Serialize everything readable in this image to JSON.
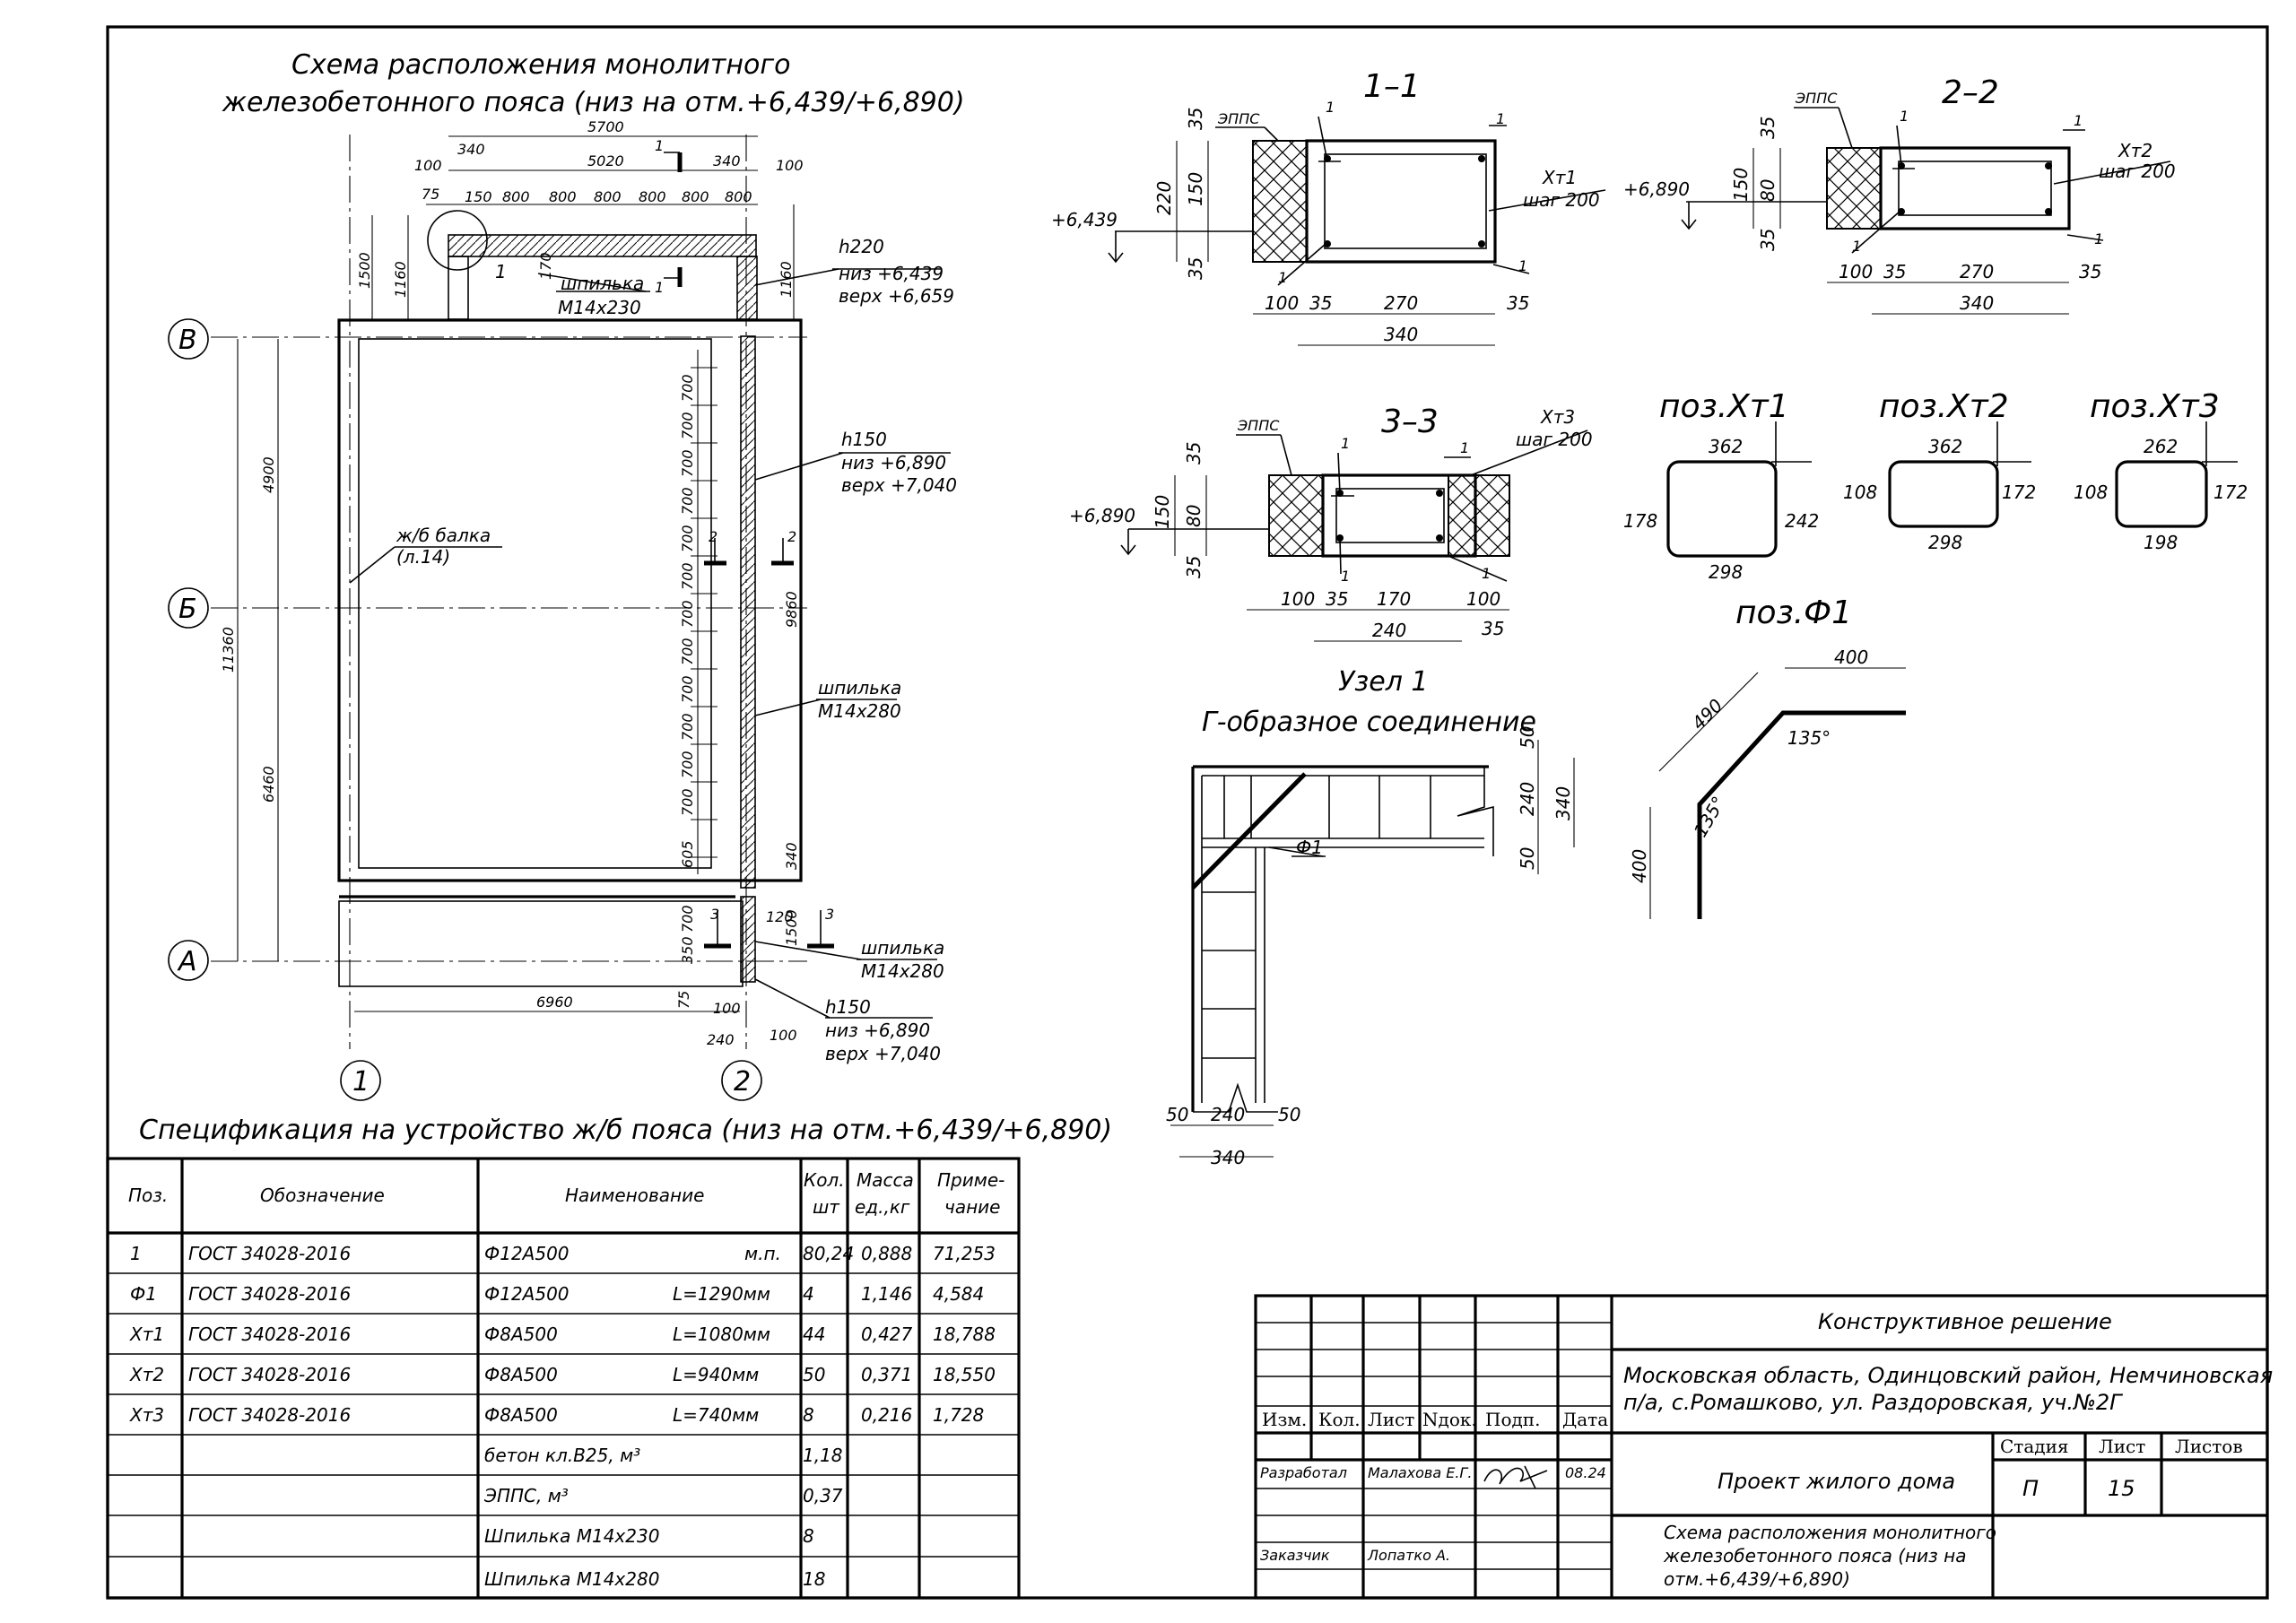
{
  "plan": {
    "title_line1": "Схема расположения монолитного",
    "title_line2": "железобетонного пояса (низ на отм.+6,439/+6,890)",
    "axes": {
      "B": "В",
      "Bb": "Б",
      "A": "А",
      "n1": "1",
      "n2": "2"
    },
    "dims": {
      "d5700": "5700",
      "d5020": "5020",
      "d340a": "340",
      "d340b": "340",
      "d100a": "100",
      "d100b": "100",
      "d75": "75",
      "d150": "150",
      "d800": "800",
      "d1500": "1500",
      "d1160a": "1160",
      "d1160b": "1160",
      "d170": "170",
      "d4900": "4900",
      "d6460": "6460",
      "d11360": "11360",
      "d9860": "9860",
      "d700": "700",
      "d6960": "6960",
      "d240": "240",
      "d120": "120",
      "d100c": "100",
      "d100d": "100",
      "d1500b": "1500",
      "d340c": "340",
      "d75b": "75",
      "d350": "350",
      "d605": "605"
    },
    "notes": {
      "h220": "h220",
      "h220_low": "низ +6,439",
      "h220_top": "верх +6,659",
      "h150a": "h150",
      "h150a_low": "низ +6,890",
      "h150a_top": "верх +7,040",
      "h150b": "h150",
      "h150b_low": "низ +6,890",
      "h150b_top": "верх +7,040",
      "stud1": "шпилька",
      "stud1b": "М14х230",
      "stud2": "шпилька",
      "stud2b": "М14х280",
      "stud3": "шпилька",
      "stud3b": "М14х280",
      "beam": "ж/б балка",
      "beam_ref": "(л.14)",
      "cut1": "1",
      "cut2": "2",
      "cut3": "3",
      "node1": "1"
    }
  },
  "sections": {
    "s11": {
      "title": "1–1",
      "epps": "ЭППС",
      "level": "+6,439",
      "xt": "Хт1",
      "step": "шаг 200",
      "d35a": "35",
      "d220": "220",
      "d150": "150",
      "d35b": "35",
      "d100": "100",
      "d35c": "35",
      "d270": "270",
      "d35d": "35",
      "d340": "340"
    },
    "s22": {
      "title": "2–2",
      "epps": "ЭППС",
      "level": "+6,890",
      "xt": "Хт2",
      "step": "шаг 200",
      "d35a": "35",
      "d150": "150",
      "d80": "80",
      "d35b": "35",
      "d100": "100",
      "d35c": "35",
      "d270": "270",
      "d35d": "35",
      "d340": "340"
    },
    "s33": {
      "title": "3–3",
      "epps": "ЭППС",
      "level": "+6,890",
      "xt": "Хт3",
      "step": "шаг 200",
      "d35a": "35",
      "d150": "150",
      "d80": "80",
      "d35b": "35",
      "d100": "100",
      "d35c": "35",
      "d170": "170",
      "d100b": "100",
      "d240": "240",
      "d35d": "35"
    },
    "mark1": "1"
  },
  "bars": {
    "xt1": {
      "title": "поз.Хт1",
      "top": "362",
      "left": "178",
      "right": "242",
      "bottom": "298"
    },
    "xt2": {
      "title": "поз.Хт2",
      "top": "362",
      "left": "108",
      "right": "172",
      "bottom": "298"
    },
    "xt3": {
      "title": "поз.Хт3",
      "top": "262",
      "left": "108",
      "right": "172",
      "bottom": "198"
    },
    "f1": {
      "title": "поз.Ф1",
      "top": "400",
      "diag": "490",
      "side": "400",
      "ang1": "135°",
      "ang2": "135°"
    }
  },
  "node": {
    "title1": "Узел 1",
    "title2": "Г-образное соединение",
    "f1": "Ф1",
    "d50a": "50",
    "d240a": "240",
    "d50b": "50",
    "d340a": "340",
    "d50c": "50",
    "d240b": "240",
    "d50d": "50",
    "d340b": "340"
  },
  "spec": {
    "title": "Спецификация на устройство ж/б пояса (низ на отм.+6,439/+6,890)",
    "headers": {
      "pos": "Поз.",
      "desig": "Обозначение",
      "name": "Наименование",
      "qty1": "Кол.",
      "qty2": "шт",
      "mass1": "Масса",
      "mass2": "ед.,кг",
      "note1": "Приме-",
      "note2": "чание"
    },
    "rows": [
      {
        "pos": "1",
        "desig": "ГОСТ 34028-2016",
        "name": "Ф12А500",
        "len": "м.п.",
        "qty": "80,24",
        "mass": "0,888",
        "note": "71,253"
      },
      {
        "pos": "Ф1",
        "desig": "ГОСТ 34028-2016",
        "name": "Ф12А500",
        "len": "L=1290мм",
        "qty": "4",
        "mass": "1,146",
        "note": "4,584"
      },
      {
        "pos": "Хт1",
        "desig": "ГОСТ 34028-2016",
        "name": "Ф8А500",
        "len": "L=1080мм",
        "qty": "44",
        "mass": "0,427",
        "note": "18,788"
      },
      {
        "pos": "Хт2",
        "desig": "ГОСТ 34028-2016",
        "name": "Ф8А500",
        "len": "L=940мм",
        "qty": "50",
        "mass": "0,371",
        "note": "18,550"
      },
      {
        "pos": "Хт3",
        "desig": "ГОСТ 34028-2016",
        "name": "Ф8А500",
        "len": "L=740мм",
        "qty": "8",
        "mass": "0,216",
        "note": "1,728"
      },
      {
        "pos": "",
        "desig": "",
        "name": "бетон кл.В25, м³",
        "len": "",
        "qty": "1,18",
        "mass": "",
        "note": ""
      },
      {
        "pos": "",
        "desig": "",
        "name": "ЭППС, м³",
        "len": "",
        "qty": "0,37",
        "mass": "",
        "note": ""
      },
      {
        "pos": "",
        "desig": "",
        "name": "Шпилька М14х230",
        "len": "",
        "qty": "8",
        "mass": "",
        "note": ""
      },
      {
        "pos": "",
        "desig": "",
        "name": "Шпилька М14х280",
        "len": "",
        "qty": "18",
        "mass": "",
        "note": ""
      }
    ]
  },
  "stamp": {
    "section": "Конструктивное решение",
    "address1": "Московская область, Одинцовский район, Немчиновская",
    "address2": "п/а, с.Ромашково, ул. Раздоровская, уч.№2Г",
    "h_izm": "Изм.",
    "h_kol": "Кол.",
    "h_list": "Лист",
    "h_ndok": "Nдок.",
    "h_podp": "Подп.",
    "h_data": "Дата",
    "dev_role": "Разработал",
    "dev_name": "Малахова Е.Г.",
    "dev_date": "08.24",
    "cust_role": "Заказчик",
    "cust_name": "Лопатко А.",
    "project": "Проект жилого дома",
    "stage_h": "Стадия",
    "sheet_h": "Лист",
    "sheets_h": "Листов",
    "stage": "П",
    "sheet": "15",
    "drawing1": "Схема расположения монолитного",
    "drawing2": "железобетонного пояса (низ на",
    "drawing3": "отм.+6,439/+6,890)"
  }
}
